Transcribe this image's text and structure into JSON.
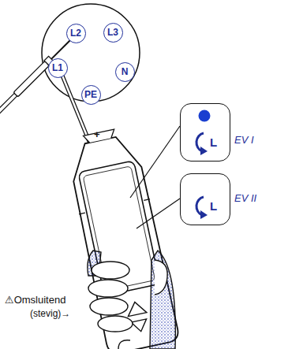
{
  "diagram": {
    "nodes": [
      {
        "text": [
          "L2"
        ]
      },
      {
        "text": [
          "L3"
        ]
      },
      {
        "text": [
          "L1"
        ]
      },
      {
        "text": [
          "N"
        ]
      },
      {
        "text": [
          "PE"
        ]
      },
      {
        "text": [
          "L"
        ]
      },
      {
        "text": [
          "L"
        ]
      }
    ],
    "labels": [
      "+",
      "EV I",
      "EV II",
      "⚠Omsluitend",
      "(stevig)→"
    ]
  }
}
